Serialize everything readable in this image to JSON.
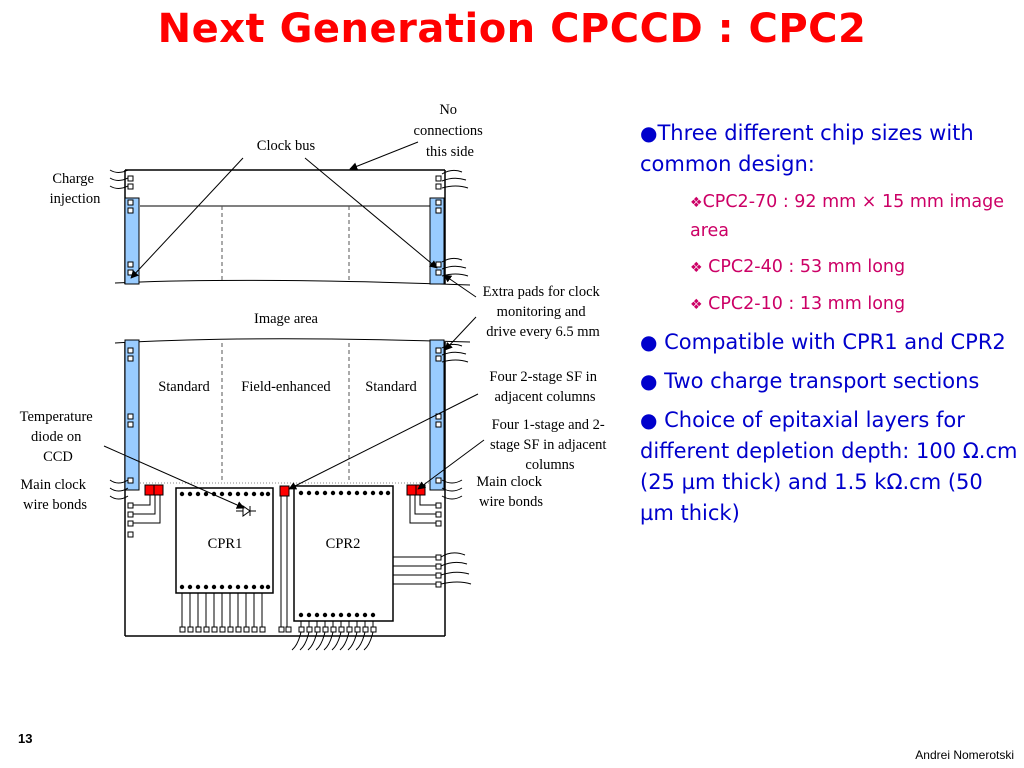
{
  "slide": {
    "title": "Next Generation CPCCD : CPC2",
    "number": "13",
    "author": "Andrei Nomerotski"
  },
  "diagram": {
    "labels": {
      "no_connections": [
        "No",
        "connections",
        "this side"
      ],
      "clock_bus": "Clock bus",
      "charge_injection": [
        "Charge",
        "injection"
      ],
      "extra_pads": [
        "Extra pads for clock",
        "monitoring and",
        "drive every 6.5 mm"
      ],
      "image_area": "Image area",
      "standard_left": "Standard",
      "field_enhanced": "Field-enhanced",
      "standard_right": "Standard",
      "four_2stage": [
        "Four 2-stage SF in",
        "adjacent columns"
      ],
      "four_1stage": [
        "Four 1-stage and 2-",
        "stage SF in adjacent",
        "columns"
      ],
      "temperature_diode": [
        "Temperature",
        "diode on",
        "CCD"
      ],
      "main_clock_left": [
        "Main clock",
        "wire bonds"
      ],
      "main_clock_right": [
        "Main clock",
        "wire bonds"
      ],
      "cpr1": "CPR1",
      "cpr2": "CPR2"
    }
  },
  "bullets": {
    "b1": "Three different chip sizes with common design:",
    "b1_sub": [
      "CPC2-70 : 92 mm × 15 mm image area",
      " CPC2-40 : 53 mm long",
      " CPC2-10 : 13 mm long"
    ],
    "b2": " Compatible with CPR1 and CPR2",
    "b3": " Two charge transport sections",
    "b4": " Choice of epitaxial layers for different depletion depth: 100 Ω.cm (25 µm thick) and 1.5 kΩ.cm (50 µm thick)"
  },
  "icons": [
    "filled-circle-bullet-icon",
    "diamond-bullet-icon",
    "diode-icon"
  ],
  "colors": {
    "title": "#ff0000",
    "bullet_text": "#0000cc",
    "sub_bullet_text": "#cc0066",
    "clock_bus": "#99ccff",
    "bond_pad": "#ff0000"
  }
}
